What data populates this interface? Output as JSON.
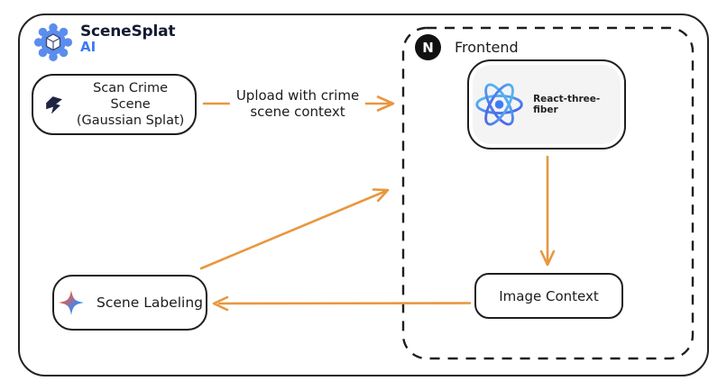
{
  "brand": {
    "name": "SceneSplat",
    "sub": "AI"
  },
  "colors": {
    "arrow": "#E8973F",
    "stroke": "#222222",
    "ink": "#1c1c1c",
    "brand_blue": "#3D7BF5",
    "gear_blue": "#5B8DEE",
    "navy": "#1E2442",
    "nextjs_black": "#111111"
  },
  "icons": {
    "brand": "gear-cube-icon",
    "scan": "scan-app-icon",
    "frontend": "nextjs-icon",
    "nextjs_letter": "N",
    "react": "react-atom-icon",
    "scene_labeling": "gemini-sparkle-icon"
  },
  "nodes": {
    "scan": {
      "line1": "Scan Crime Scene",
      "line2": "(Gaussian Splat)"
    },
    "frontend": {
      "label": "Frontend"
    },
    "react_three_fiber": {
      "label": "React-three-fiber"
    },
    "image_context": {
      "label": "Image Context"
    },
    "scene_labeling": {
      "label": "Scene Labeling"
    }
  },
  "edges": {
    "upload": {
      "line1": "Upload with crime",
      "line2": "scene context"
    }
  }
}
